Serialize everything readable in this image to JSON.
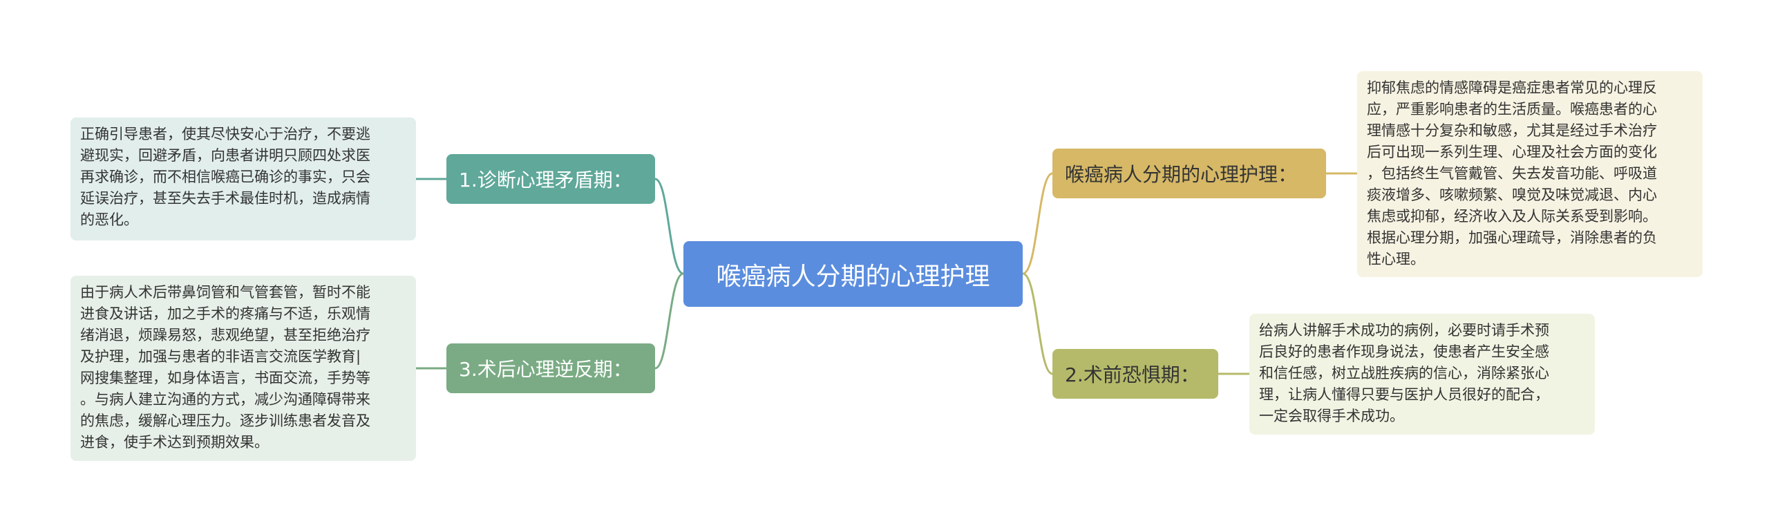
{
  "root": {
    "label": "喉癌病人分期的心理护理"
  },
  "branches": {
    "b1": {
      "label": "1.诊断心理矛盾期："
    },
    "b2": {
      "label": "喉癌病人分期的心理护理："
    },
    "b3": {
      "label": "3.术后心理逆反期："
    },
    "b4": {
      "label": "2.术前恐惧期："
    }
  },
  "leaves": {
    "l1": {
      "text": "正确引导患者，使其尽快安心于治疗，不要逃\n避现实，回避矛盾，向患者讲明只顾四处求医\n再求确诊，而不相信喉癌已确诊的事实，只会\n延误治疗，甚至失去手术最佳时机，造成病情\n的恶化。"
    },
    "l2": {
      "text": "抑郁焦虑的情感障碍是癌症患者常见的心理反\n应，严重影响患者的生活质量。喉癌患者的心\n理情感十分复杂和敏感，尤其是经过手术治疗\n后可出现一系列生理、心理及社会方面的变化\n，包括终生气管戴管、失去发音功能、呼吸道\n痰液增多、咳嗽频繁、嗅觉及味觉减退、内心\n焦虑或抑郁，经济收入及人际关系受到影响。\n根据心理分期，加强心理疏导，消除患者的负\n性心理。"
    },
    "l3": {
      "text": "由于病人术后带鼻饲管和气管套管，暂时不能\n进食及讲话，加之手术的疼痛与不适，乐观情\n绪消退，烦躁易怒，悲观绝望，甚至拒绝治疗\n及护理，加强与患者的非语言交流医学教育|\n网搜集整理，如身体语言，书面交流，手势等\n。与病人建立沟通的方式，减少沟通障碍带来\n的焦虑，缓解心理压力。逐步训练患者发音及\n进食，使手术达到预期效果。"
    },
    "l4": {
      "text": "给病人讲解手术成功的病例，必要时请手术预\n后良好的患者作现身说法，使患者产生安全感\n和信任感，树立战胜疾病的信心，消除紧张心\n理，让病人懂得只要与医护人员很好的配合，\n一定会取得手术成功。"
    }
  },
  "colors": {
    "root": "#5b8dde",
    "b1": "#5fa89a",
    "b2": "#d6b866",
    "b3": "#7aab84",
    "b4": "#b5ba6a",
    "link_b1": "#5fa89a",
    "link_b2": "#d6b866",
    "link_b3": "#7aab84",
    "link_b4": "#b5ba6a"
  }
}
